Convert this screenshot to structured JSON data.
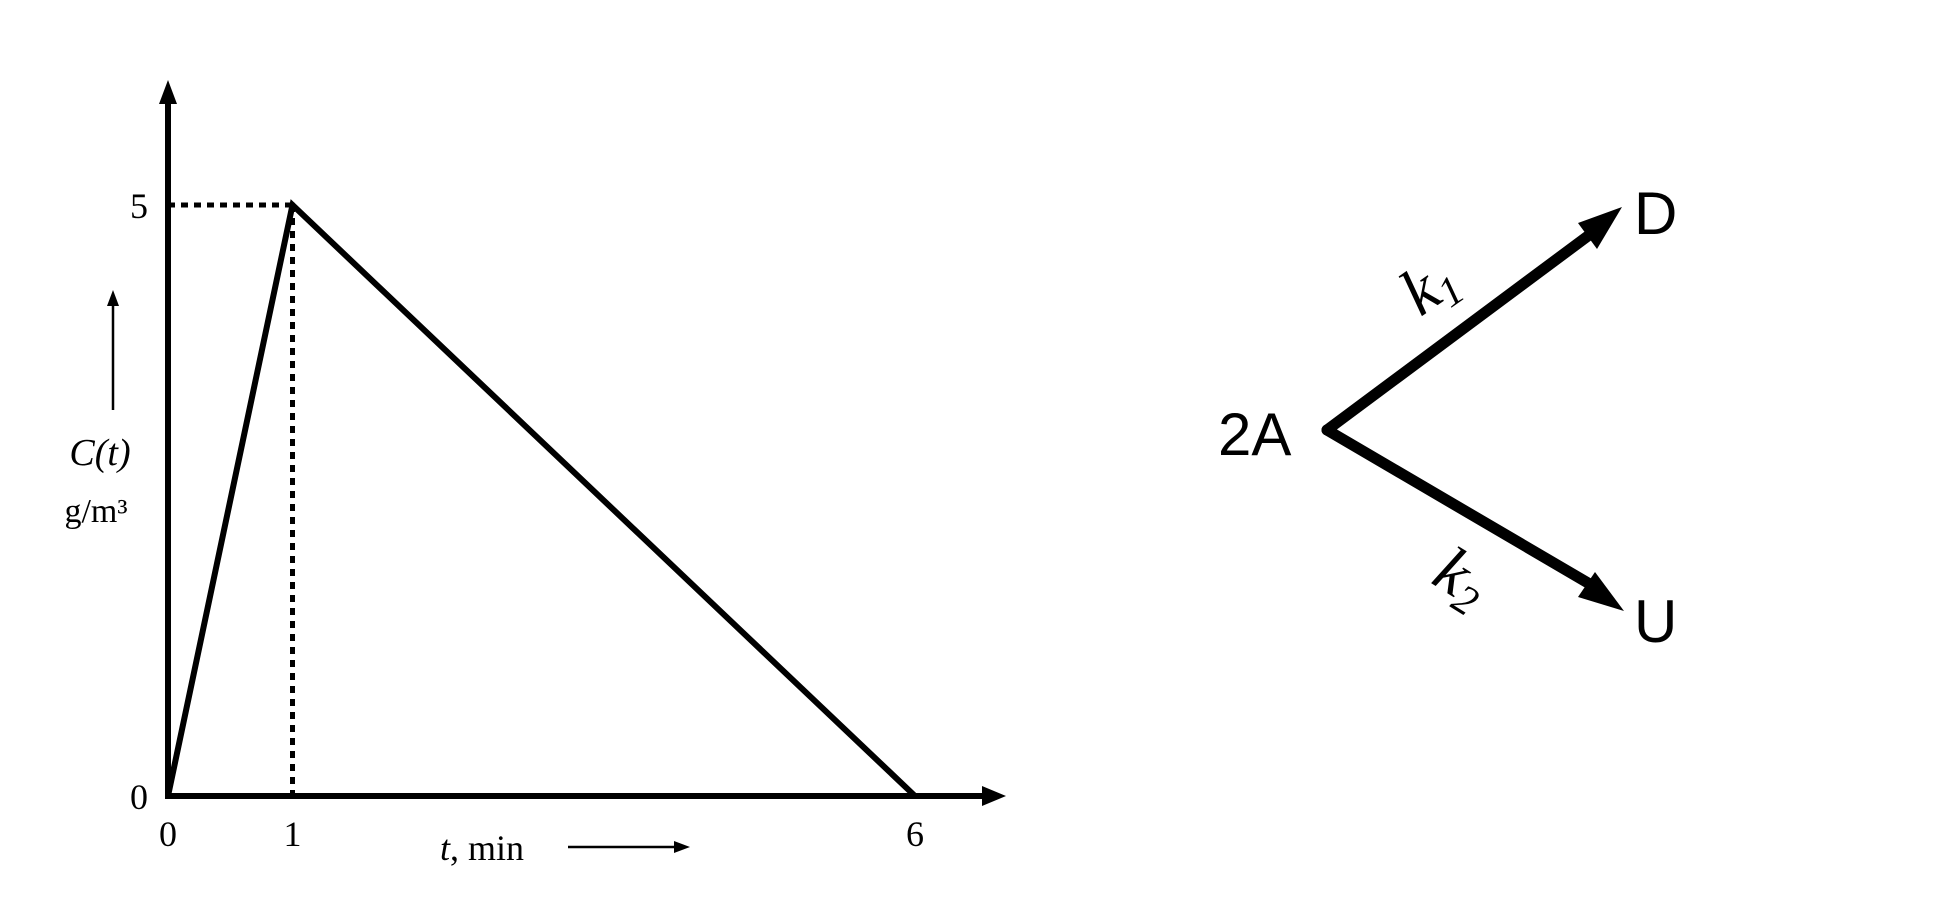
{
  "colors": {
    "ink": "#000000",
    "background": "#ffffff"
  },
  "chart_data": {
    "type": "line",
    "x": [
      0,
      1,
      6
    ],
    "y": [
      0,
      5,
      0
    ],
    "xlim": [
      0,
      6.7
    ],
    "ylim": [
      0,
      6
    ],
    "x_ticks": [
      0,
      1,
      6
    ],
    "y_ticks": [
      0,
      5
    ],
    "x_tick_labels": [
      "0",
      "1",
      "6"
    ],
    "y_tick_labels": [
      "0",
      "5"
    ],
    "xlabel": {
      "variable": "t",
      "rest": ", min"
    },
    "ylabel": {
      "line1": "C(t)",
      "line2": "g/m³"
    },
    "peak_reference": {
      "x": 1,
      "y": 5,
      "style": "dotted"
    },
    "grid": false
  },
  "reaction": {
    "reactant": "2A",
    "products": [
      {
        "label": "D",
        "rate": {
          "base": "k",
          "sub": "1"
        }
      },
      {
        "label": "U",
        "rate": {
          "base": "k",
          "sub": "2"
        }
      }
    ]
  }
}
